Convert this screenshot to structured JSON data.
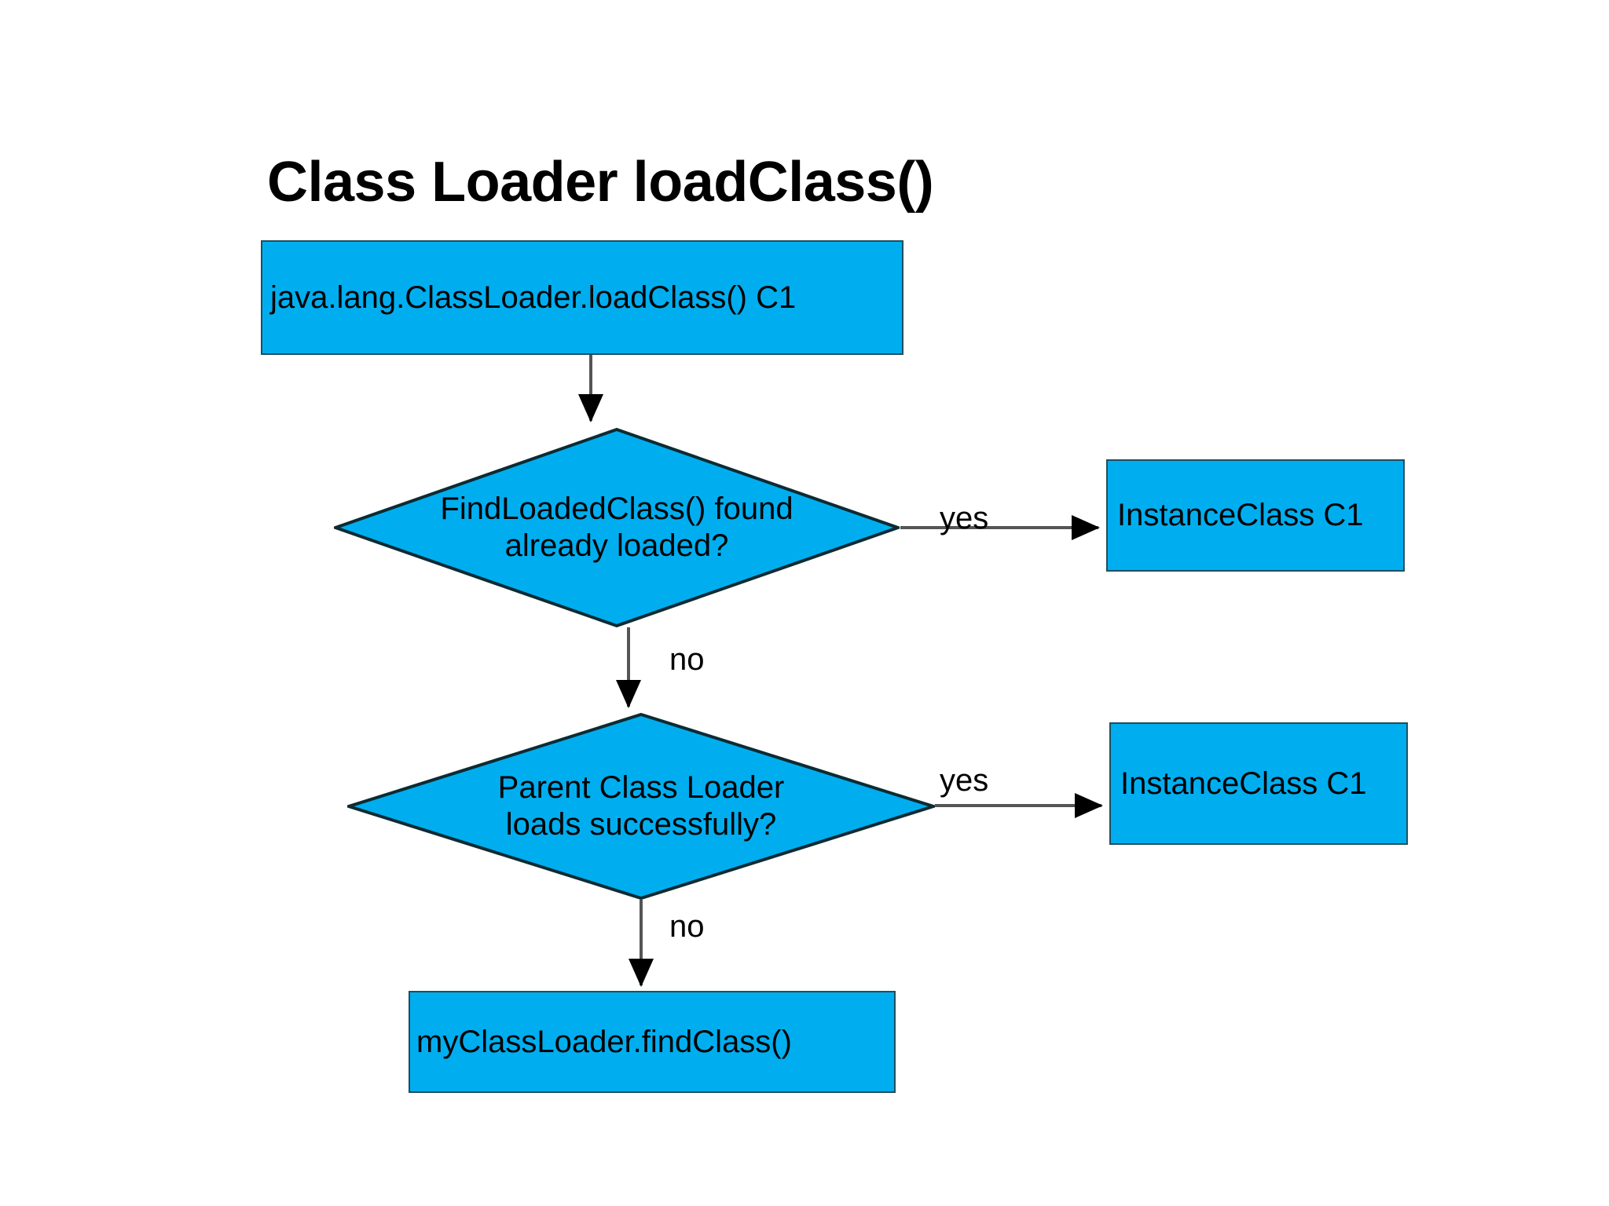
{
  "title": "Class Loader loadClass()",
  "colors": {
    "node_fill": "#00AEEF",
    "node_stroke": "#1f4e5f",
    "text": "#000000",
    "background": "#FFFFFF",
    "connector": "#404040"
  },
  "nodes": {
    "start": {
      "type": "process",
      "label": "java.lang.ClassLoader.loadClass() C1"
    },
    "decision_findloaded": {
      "type": "decision",
      "line1": "FindLoadedClass() found",
      "line2": "already loaded?"
    },
    "result_instanceclass_1": {
      "type": "process",
      "label": "InstanceClass C1"
    },
    "decision_parent": {
      "type": "decision",
      "line1": "Parent Class Loader",
      "line2": "loads successfully?"
    },
    "result_instanceclass_2": {
      "type": "process",
      "label": "InstanceClass C1"
    },
    "result_findclass": {
      "type": "process",
      "label": "myClassLoader.findClass()"
    }
  },
  "edges": {
    "start_to_decision1": {
      "label": ""
    },
    "decision1_yes": {
      "label": "yes"
    },
    "decision1_no": {
      "label": "no"
    },
    "decision2_yes": {
      "label": "yes"
    },
    "decision2_no": {
      "label": "no"
    }
  },
  "chart_data": {
    "type": "diagram",
    "title": "Class Loader loadClass()",
    "diagram_kind": "flowchart",
    "orientation": "top-to-bottom",
    "nodes": [
      {
        "id": "start",
        "shape": "rectangle",
        "text": "java.lang.ClassLoader.loadClass() C1"
      },
      {
        "id": "d1",
        "shape": "diamond",
        "text": "FindLoadedClass() found already loaded?"
      },
      {
        "id": "r1",
        "shape": "rectangle",
        "text": "InstanceClass C1"
      },
      {
        "id": "d2",
        "shape": "diamond",
        "text": "Parent Class Loader loads successfully?"
      },
      {
        "id": "r2",
        "shape": "rectangle",
        "text": "InstanceClass C1"
      },
      {
        "id": "r3",
        "shape": "rectangle",
        "text": "myClassLoader.findClass()"
      }
    ],
    "edges": [
      {
        "from": "start",
        "to": "d1",
        "label": ""
      },
      {
        "from": "d1",
        "to": "r1",
        "label": "yes"
      },
      {
        "from": "d1",
        "to": "d2",
        "label": "no"
      },
      {
        "from": "d2",
        "to": "r2",
        "label": "yes"
      },
      {
        "from": "d2",
        "to": "r3",
        "label": "no"
      }
    ]
  }
}
